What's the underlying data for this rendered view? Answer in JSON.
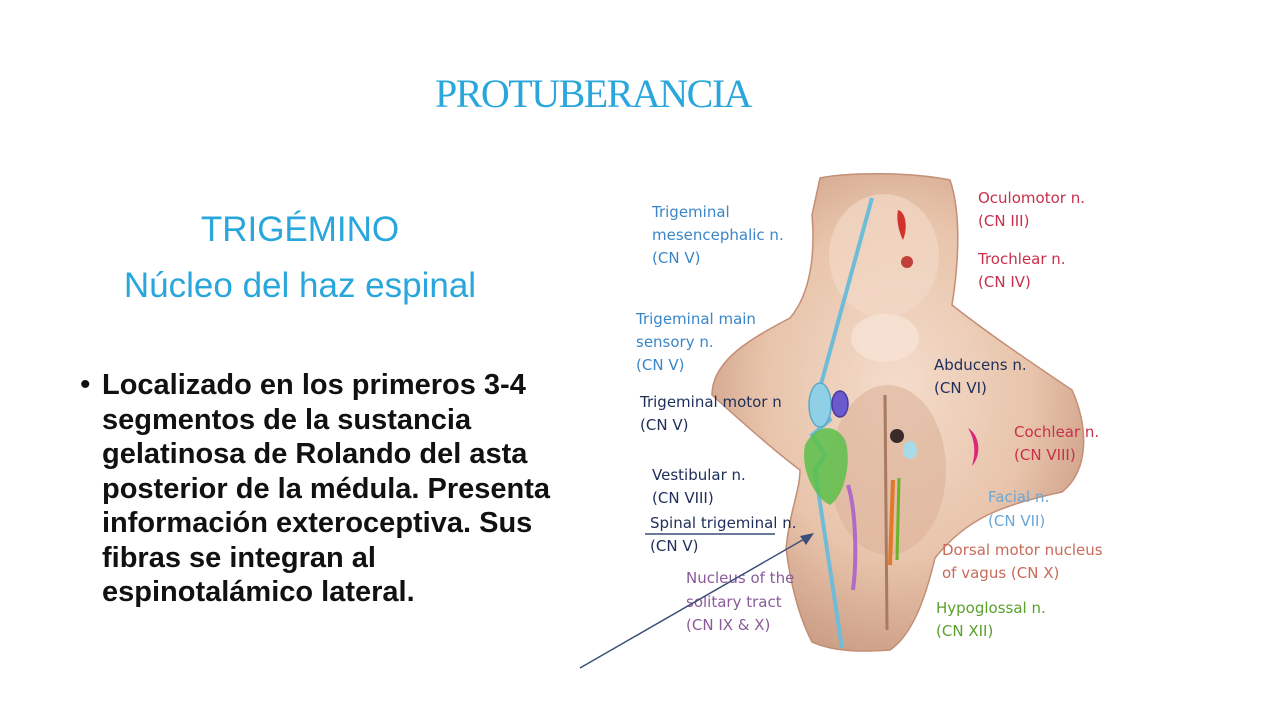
{
  "slide": {
    "title": "PROTUBERANCIA",
    "subtitle1": "TRIGÉMINO",
    "subtitle2": "Núcleo del haz espinal",
    "bullet_char": "•",
    "bullet_text": "Localizado en los primeros 3-4 segmentos de la sustancia gelatinosa de Rolando del asta posterior de la médula. Presenta información exteroceptiva. Sus fibras se integran al espinotalámico lateral."
  },
  "diagram": {
    "left_labels": [
      {
        "id": "mes1",
        "text": "Trigeminal"
      },
      {
        "id": "mes2",
        "text": "mesencephalic n."
      },
      {
        "id": "mes3",
        "text": "(CN V)"
      },
      {
        "id": "main1",
        "text": "Trigeminal main"
      },
      {
        "id": "main2",
        "text": "sensory n."
      },
      {
        "id": "main3",
        "text": "(CN V)"
      },
      {
        "id": "mot1",
        "text": "Trigeminal motor n"
      },
      {
        "id": "mot2",
        "text": "(CN V)"
      },
      {
        "id": "ves1",
        "text": "Vestibular n."
      },
      {
        "id": "ves2",
        "text": "(CN VIII)"
      },
      {
        "id": "spi1",
        "text": "Spinal trigeminal n."
      },
      {
        "id": "spi2",
        "text": "(CN V)"
      },
      {
        "id": "sol1",
        "text": "Nucleus of the"
      },
      {
        "id": "sol2",
        "text": "solitary tract"
      },
      {
        "id": "sol3",
        "text": "(CN IX & X)"
      }
    ],
    "right_labels": [
      {
        "id": "ocu1",
        "text": "Oculomotor n."
      },
      {
        "id": "ocu2",
        "text": "(CN III)"
      },
      {
        "id": "tro1",
        "text": "Trochlear n."
      },
      {
        "id": "tro2",
        "text": "(CN IV)"
      },
      {
        "id": "abd1",
        "text": "Abducens n."
      },
      {
        "id": "abd2",
        "text": "(CN VI)"
      },
      {
        "id": "coc1",
        "text": "Cochlear n."
      },
      {
        "id": "coc2",
        "text": "(CN VIII)"
      },
      {
        "id": "fac1",
        "text": "Facial n."
      },
      {
        "id": "fac2",
        "text": "(CN VII)"
      },
      {
        "id": "dor1",
        "text": "Dorsal motor nucleus"
      },
      {
        "id": "dor2",
        "text": "of vagus (CN X)"
      },
      {
        "id": "hyp1",
        "text": "Hypoglossal n."
      },
      {
        "id": "hyp2",
        "text": "(CN XII)"
      }
    ],
    "colors": {
      "accent": "#29a6db",
      "brainstem": "#e9c9b2",
      "trigeminal_sensory": "#7fc6e0",
      "trigeminal_motor": "#6a5acd",
      "vestibular": "#5cbf4a",
      "arrow": "#3c4f78"
    }
  }
}
